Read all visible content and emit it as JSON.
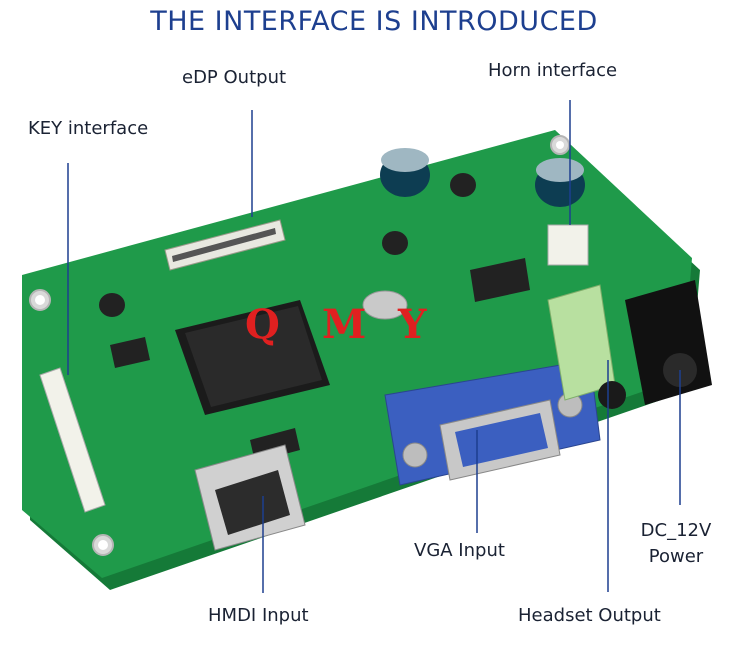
{
  "title": "THE INTERFACE IS INTRODUCED",
  "labels": {
    "edp_output": "eDP Output",
    "horn_interface": "Horn interface",
    "key_interface": "KEY interface",
    "vga_input": "VGA Input",
    "dc_12v": "DC_12V",
    "power": "Power",
    "hdmi_input": "HMDI Input",
    "headset_output": "Headset Output"
  },
  "watermark": "QMY",
  "colors": {
    "title": "#1d3f8f",
    "leader_line": "#1d3f8f",
    "pcb": "#1f9a4a",
    "pcb_dark": "#157a38",
    "vga_blue": "#3b5fc0",
    "audio_green": "#b8e0a0"
  }
}
